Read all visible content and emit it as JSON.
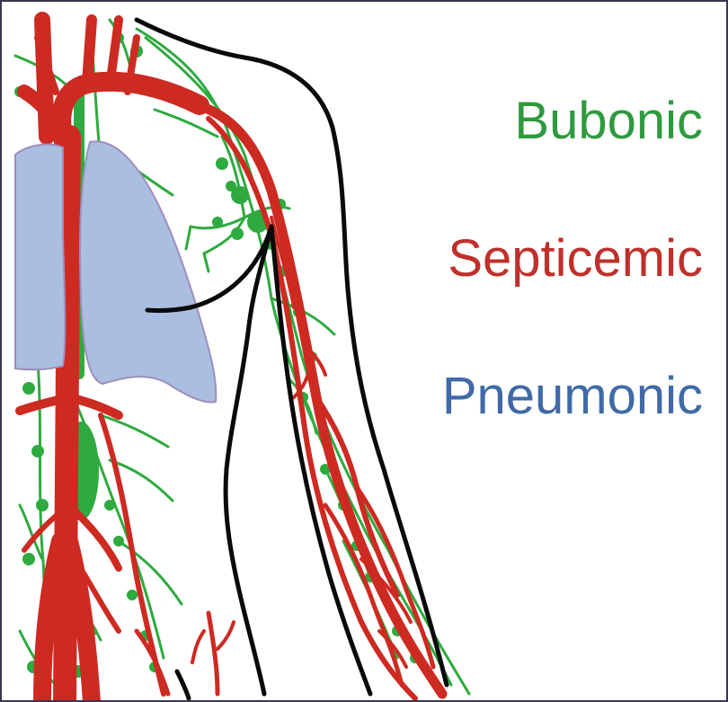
{
  "labels": {
    "bubonic": "Bubonic",
    "septicemic": "Septicemic",
    "pneumonic": "Pneumonic"
  },
  "colors": {
    "bubonic": "#2e9a3e",
    "septicemic": "#c0302a",
    "pneumonic": "#3f6aa8",
    "lymph": "#2eaa3f",
    "vessel": "#cd2a22",
    "lung_fill": "#a9bee0",
    "lung_stroke": "#9f8ebd",
    "outline": "#0a0a0a",
    "frame": "#3a3550"
  },
  "icons": [
    "lymphatic-system-illustration",
    "blood-vessel-network",
    "lung-illustration",
    "body-outline"
  ]
}
